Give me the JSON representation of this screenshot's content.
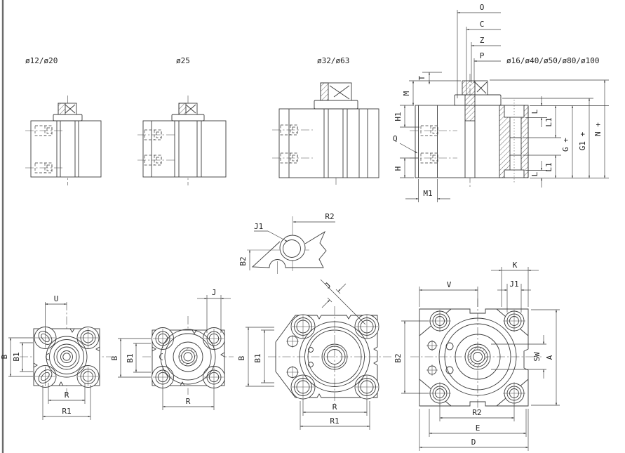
{
  "titles": {
    "view1": "ø12/ø20",
    "view2": "ø25",
    "view3": "ø32/ø63",
    "view4": "ø16/ø40/ø50/ø80/ø100"
  },
  "dims": {
    "O": "O",
    "C": "C",
    "Z": "Z",
    "P": "P",
    "T": "T",
    "M": "M",
    "H1": "H1",
    "Q": "Q",
    "H": "H",
    "M1": "M1",
    "L": "L",
    "L1": "L1",
    "G": "G +",
    "G1": "G1 +",
    "N": "N +",
    "J1": "J1",
    "R2": "R2",
    "B2": "B2",
    "U": "U",
    "B": "B",
    "B1": "B1",
    "R": "R",
    "R1": "R1",
    "J": "J",
    "V": "V",
    "K": "K",
    "SW": "SW",
    "A": "A",
    "E": "E",
    "D": "D"
  }
}
